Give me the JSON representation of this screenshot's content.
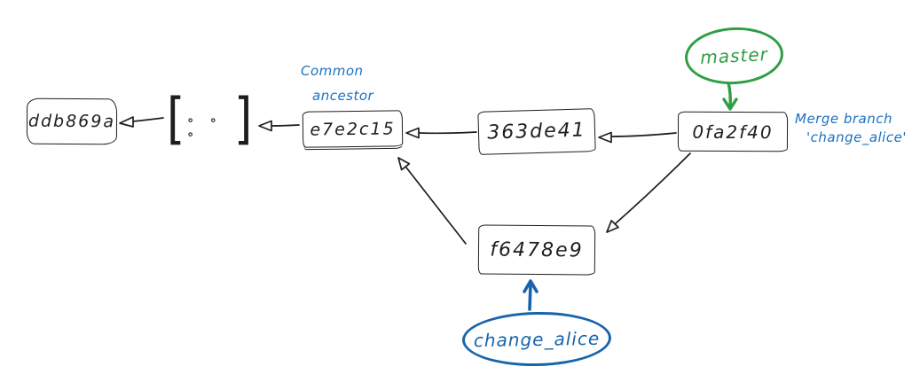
{
  "diagram": {
    "nodes": {
      "ddb869a": {
        "label": "ddb869a"
      },
      "ellipsis": {
        "bracket_left": "[",
        "dots": "∘ ∘ ∘",
        "bracket_right": "]"
      },
      "e7e2c15": {
        "label": "e7e2c15"
      },
      "363de41": {
        "label": "363de41"
      },
      "0fa2f40": {
        "label": "0fa2f40"
      },
      "f6478e9": {
        "label": "f6478e9"
      }
    },
    "branch_labels": {
      "master": {
        "label": "master"
      },
      "change_alice": {
        "label": "change_alice"
      }
    },
    "annotations": {
      "common_ancestor": {
        "line1": "Common",
        "line2": "ancestor"
      },
      "merge_note": {
        "line1": "Merge branch",
        "line2": "'change_alice'"
      }
    },
    "edges": [
      {
        "from": "[...]",
        "to": "ddb869a"
      },
      {
        "from": "e7e2c15",
        "to": "[...]"
      },
      {
        "from": "363de41",
        "to": "e7e2c15"
      },
      {
        "from": "0fa2f40",
        "to": "363de41"
      },
      {
        "from": "0fa2f40",
        "to": "f6478e9"
      },
      {
        "from": "f6478e9",
        "to": "e7e2c15"
      },
      {
        "from": "master",
        "to": "0fa2f40"
      },
      {
        "from": "change_alice",
        "to": "f6478e9"
      }
    ],
    "colors": {
      "stroke": "#1e1e1e",
      "green": "#2f9e44",
      "blue": "#1864ab",
      "blue_light": "#1971c2",
      "background": "#ffffff"
    }
  }
}
